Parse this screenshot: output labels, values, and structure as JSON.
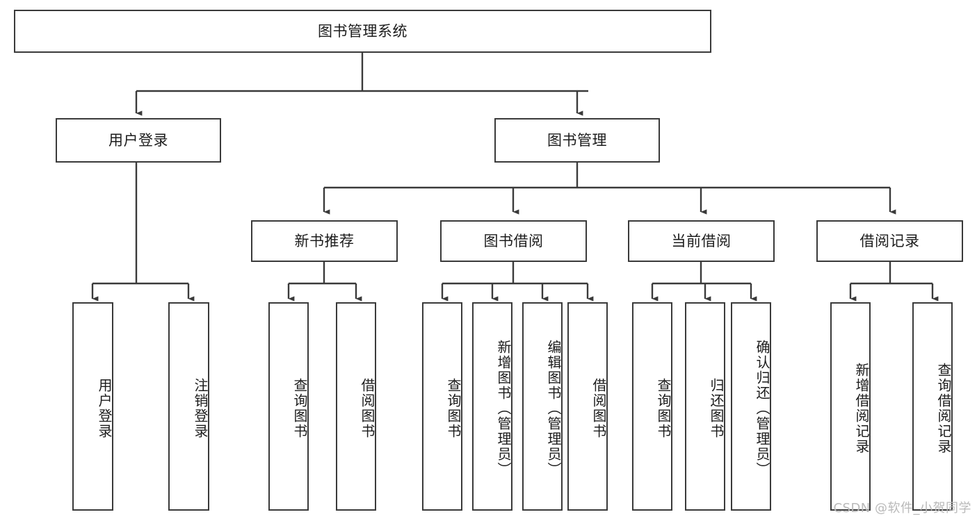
{
  "diagram": {
    "title": "图书管理系统",
    "type": "tree-hierarchy",
    "watermark": "CSDN @软件_小贺同学",
    "colors": {
      "box_border": "#3a3a3a",
      "box_fill": "#ffffff",
      "connector": "#3a3a3a",
      "text": "#1c1c1c",
      "watermark": "#b9b9b9",
      "background": "#ffffff"
    },
    "levels": [
      {
        "level": 1,
        "nodes": [
          {
            "id": "root",
            "label": "图书管理系统",
            "orientation": "horizontal"
          }
        ]
      },
      {
        "level": 2,
        "nodes": [
          {
            "id": "login",
            "label": "用户登录",
            "orientation": "horizontal",
            "parent": "root"
          },
          {
            "id": "bookmgmt",
            "label": "图书管理",
            "orientation": "horizontal",
            "parent": "root"
          }
        ]
      },
      {
        "level": 3,
        "nodes": [
          {
            "id": "newbook",
            "label": "新书推荐",
            "orientation": "horizontal",
            "parent": "bookmgmt"
          },
          {
            "id": "borrow",
            "label": "图书借阅",
            "orientation": "horizontal",
            "parent": "bookmgmt"
          },
          {
            "id": "current",
            "label": "当前借阅",
            "orientation": "horizontal",
            "parent": "bookmgmt"
          },
          {
            "id": "records",
            "label": "借阅记录",
            "orientation": "horizontal",
            "parent": "bookmgmt"
          }
        ]
      },
      {
        "level": 4,
        "nodes": [
          {
            "id": "leaf1",
            "label": "用户登录",
            "orientation": "vertical",
            "parent": "login"
          },
          {
            "id": "leaf2",
            "label": "注销登录",
            "orientation": "vertical",
            "parent": "login"
          },
          {
            "id": "leaf3",
            "label": "查询图书",
            "orientation": "vertical",
            "parent": "newbook"
          },
          {
            "id": "leaf4",
            "label": "借阅图书",
            "orientation": "vertical",
            "parent": "newbook"
          },
          {
            "id": "leaf5",
            "label": "查询图书",
            "orientation": "vertical",
            "parent": "borrow"
          },
          {
            "id": "leaf6",
            "label": "新增图书（管理员）",
            "orientation": "vertical",
            "parent": "borrow"
          },
          {
            "id": "leaf7",
            "label": "编辑图书（管理员）",
            "orientation": "vertical",
            "parent": "borrow"
          },
          {
            "id": "leaf8",
            "label": "借阅图书",
            "orientation": "vertical",
            "parent": "borrow"
          },
          {
            "id": "leaf9",
            "label": "查询图书",
            "orientation": "vertical",
            "parent": "current"
          },
          {
            "id": "leaf10",
            "label": "归还图书",
            "orientation": "vertical",
            "parent": "current"
          },
          {
            "id": "leaf11",
            "label": "确认归还（管理员）",
            "orientation": "vertical",
            "parent": "current"
          },
          {
            "id": "leaf12",
            "label": "新增借阅记录",
            "orientation": "vertical",
            "parent": "records"
          },
          {
            "id": "leaf13",
            "label": "查询借阅记录",
            "orientation": "vertical",
            "parent": "records"
          }
        ]
      }
    ]
  }
}
